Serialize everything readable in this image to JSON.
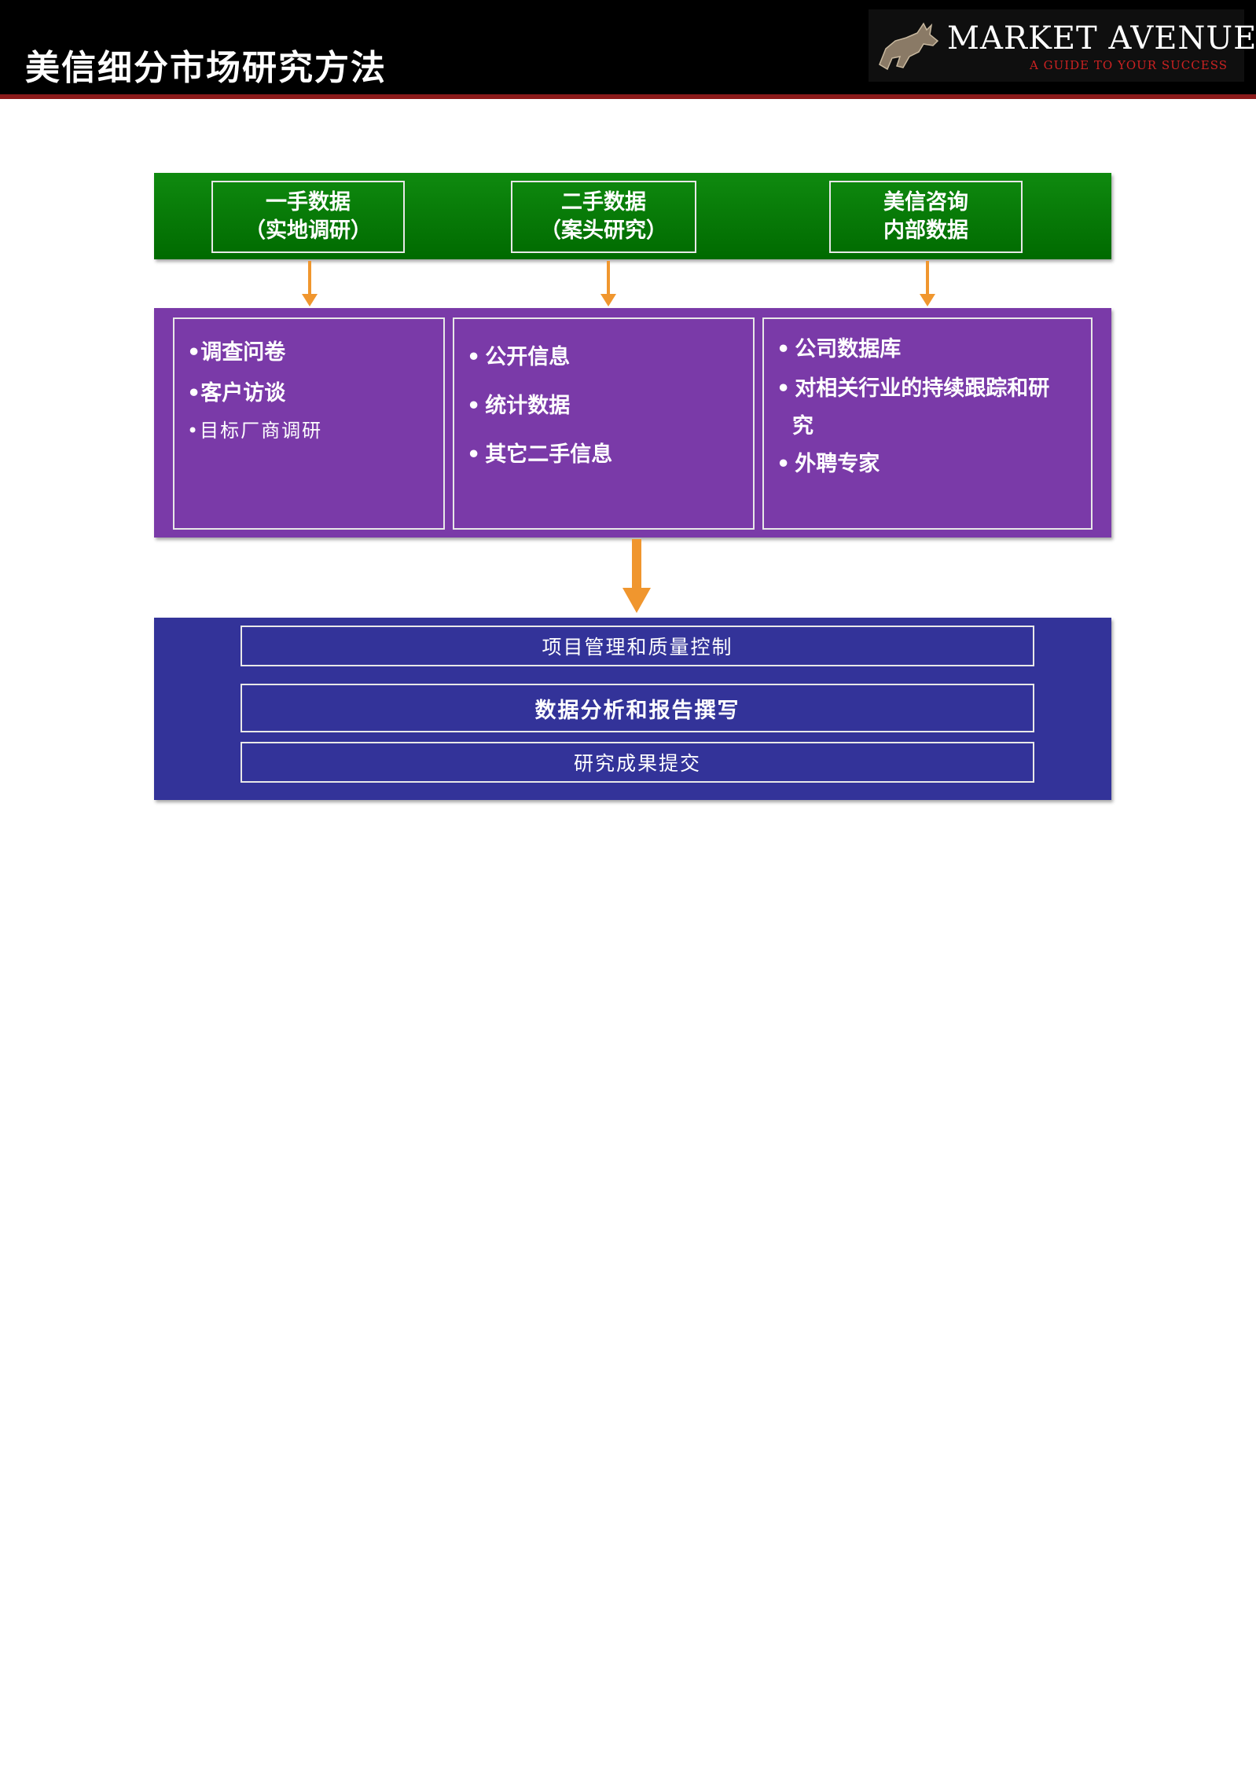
{
  "header": {
    "title": "美信细分市场研究方法",
    "logo_brand": "MARKET AVENUE",
    "logo_tagline": "A GUIDE TO YOUR SUCCESS"
  },
  "sources": [
    {
      "line1": "一手数据",
      "line2": "（实地调研）"
    },
    {
      "line1": "二手数据",
      "line2": "（案头研究）"
    },
    {
      "line1": "美信咨询",
      "line2": "内部数据"
    }
  ],
  "columns": [
    {
      "items": [
        "调查问卷",
        "客户访谈",
        "目标厂商调研"
      ]
    },
    {
      "items": [
        "公开信息",
        "统计数据",
        "其它二手信息"
      ]
    },
    {
      "items": [
        "公司数据库",
        "对相关行业的持续跟踪和研",
        "究",
        "外聘专家"
      ]
    }
  ],
  "bullet": "•",
  "steps": [
    "项目管理和质量控制",
    "数据分析和报告撰写",
    "研究成果提交"
  ],
  "colors": {
    "green_band": "#0a7a0a",
    "purple_band": "#7a3aa8",
    "blue_band": "#333399",
    "arrow": "#f0962e",
    "header_rule": "#8b1a1a"
  }
}
